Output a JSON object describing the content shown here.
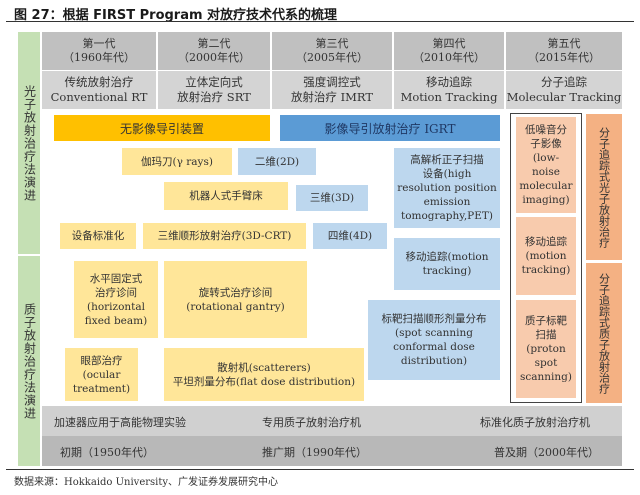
{
  "title": "图 27：根据 FIRST Program 对放疗技术代系的梳理",
  "side_labels": {
    "photon": "光子放射治疗法演进",
    "proton": "质子放射治疗法演进"
  },
  "generations": [
    {
      "name": "第一代",
      "era": "（1960年代）",
      "tech_cn": "传统放射治疗",
      "tech_en": "Conventional RT"
    },
    {
      "name": "第二代",
      "era": "（2000年代）",
      "tech_cn": "立体定向式",
      "tech_en": "放射治疗 SRT"
    },
    {
      "name": "第三代",
      "era": "（2005年代）",
      "tech_cn": "强度调控式",
      "tech_en": "放射治疗 IMRT"
    },
    {
      "name": "第四代",
      "era": "（2010年代）",
      "tech_cn": "移动追踪",
      "tech_en": "Motion Tracking"
    },
    {
      "name": "第五代",
      "era": "（2015年代）",
      "tech_cn": "分子追踪",
      "tech_en": "Molecular Tracking"
    }
  ],
  "photon": {
    "no_image_guidance": "无影像导引装置",
    "igrt": "影像导引放射治疗 IGRT",
    "gamma_knife": "伽玛刀(γ rays)",
    "two_d": "二维(2D)",
    "robot_arm": "机器人式手臂床",
    "three_d": "三维(3D)",
    "standardization": "设备标准化",
    "crt": "三维顺形放射治疗(3D-CRT)",
    "four_d": "四维(4D)",
    "pet": [
      "高解析正子扫描",
      "设备(high",
      "resolution position",
      "emission",
      "tomography,PET)"
    ]
  },
  "proton": {
    "horizontal": [
      "水平固定式",
      "治疗诊间",
      "(horizontal",
      "fixed beam)"
    ],
    "rotational": [
      "旋转式治疗诊间",
      "(rotational gantry)"
    ],
    "ocular": [
      "眼部治疗",
      "(ocular",
      "treatment)"
    ],
    "scatterers": [
      "散射机(scatterers)",
      "平坦剂量分布(flat dose distribution)"
    ],
    "motion_tracking": [
      "移动追踪(motion",
      "tracking)"
    ],
    "spot_scanning": [
      "标靶扫描顺形剂量分布",
      "(spot scanning",
      "conformal dose",
      "distribution)"
    ]
  },
  "fifth_gen": {
    "low_noise": [
      "低噪音分",
      "子影像",
      "(low-",
      "noise",
      "molecular",
      "imaging)"
    ],
    "motion": [
      "移动追踪",
      "(motion",
      "tracking)"
    ],
    "proton_spot": [
      "质子标靶",
      "扫描",
      "(proton",
      "spot",
      "scanning)"
    ],
    "photon_mt": "分子追踪式光子放射治疗",
    "proton_mt": "分子追踪式质子放射治疗"
  },
  "bottom": {
    "row1": [
      "加速器应用于高能物理实验",
      "专用质子放射治疗机",
      "标准化质子放射治疗机"
    ],
    "row2": [
      "初期（1950年代）",
      "推广期（1990年代）",
      "普及期（2000年代）"
    ]
  },
  "source": "数据来源：Hokkaido University、广发证券发展研究中心"
}
